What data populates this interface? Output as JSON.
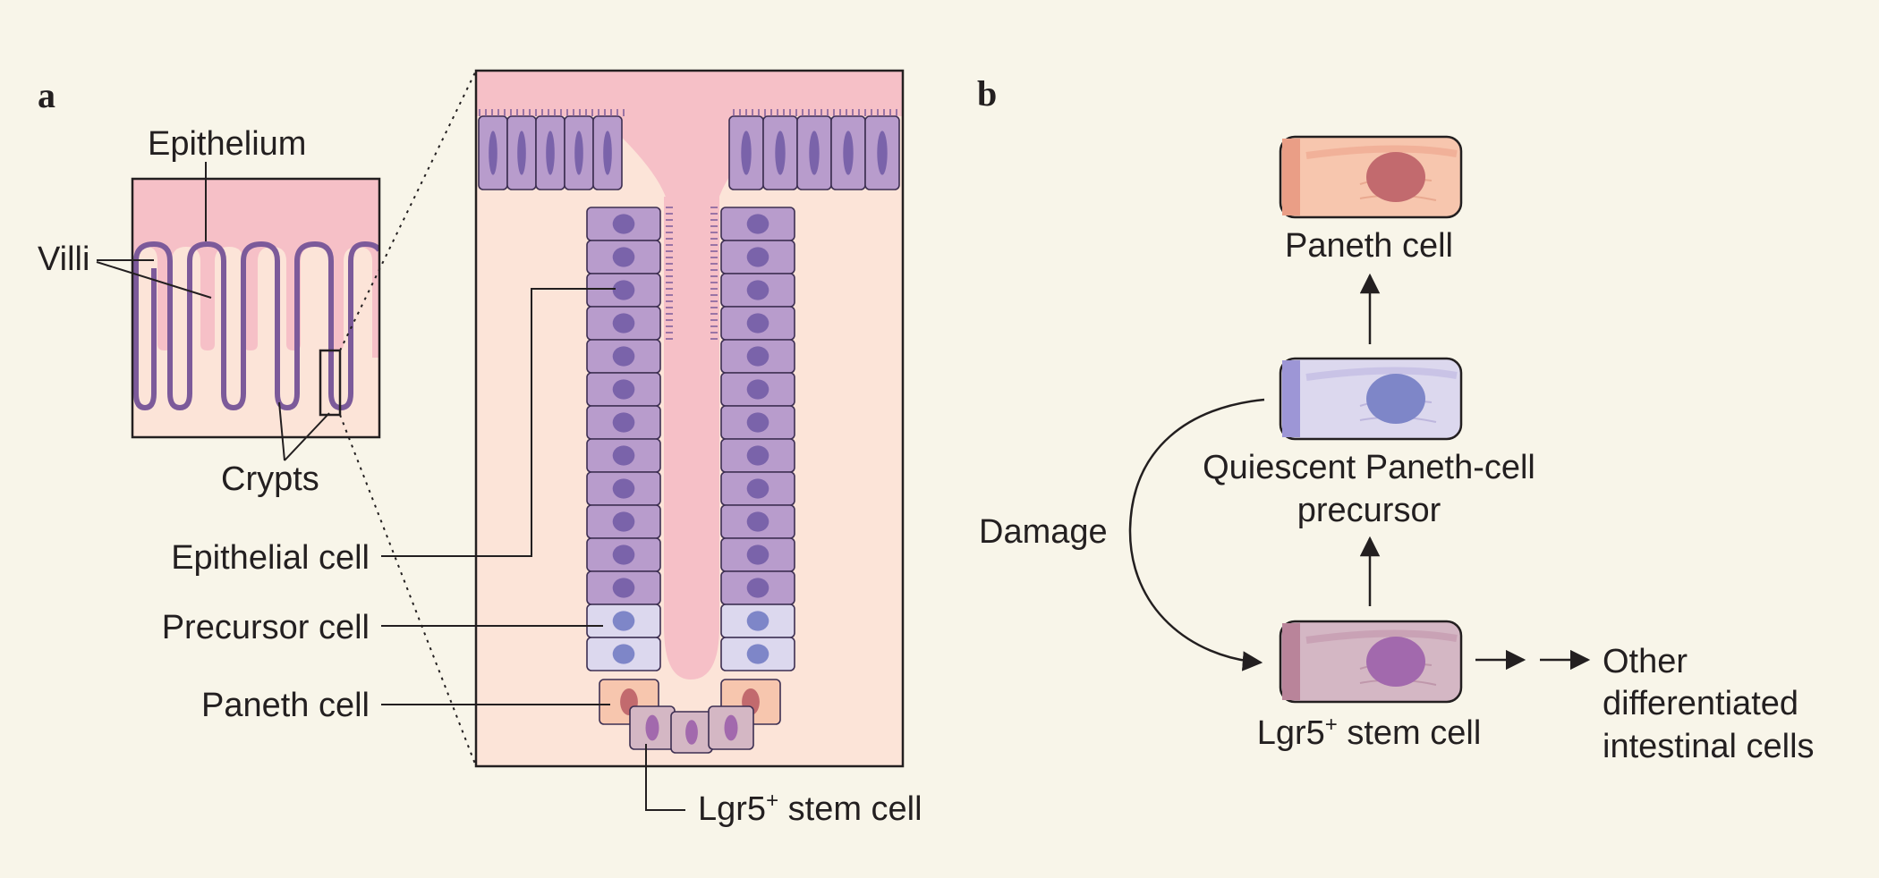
{
  "panel_a": {
    "letter": "a",
    "overview_labels": {
      "epithelium": "Epithelium",
      "villi": "Villi",
      "crypts": "Crypts"
    },
    "crypt_labels": {
      "epithelial_cell": "Epithelial cell",
      "precursor_cell": "Precursor cell",
      "paneth_cell": "Paneth cell",
      "stem_cell_prefix": "Lgr5",
      "stem_cell_sup": "+",
      "stem_cell_suffix": " stem cell"
    }
  },
  "panel_b": {
    "letter": "b",
    "paneth_cell": "Paneth cell",
    "precursor_line1": "Quiescent Paneth-cell",
    "precursor_line2": "precursor",
    "stem_prefix": "Lgr5",
    "stem_sup": "+",
    "stem_suffix": " stem cell",
    "damage": "Damage",
    "other_line1": "Other",
    "other_line2": "differentiated",
    "other_line3": "intestinal cells"
  },
  "colors": {
    "background": "#f8f5e9",
    "lumen_pink": "#f6c0c7",
    "tissue_peach": "#fce4d8",
    "epithelial_purple": "#b89ccc",
    "nucleus_purple": "#7a63aa",
    "precursor_lavender": "#dcd8ee",
    "precursor_nucleus": "#7e86c8",
    "paneth_salmon": "#f7c6ae",
    "paneth_nucleus": "#c26a6e",
    "stem_mauve": "#d4b7c4",
    "stem_nucleus": "#a269ad"
  }
}
